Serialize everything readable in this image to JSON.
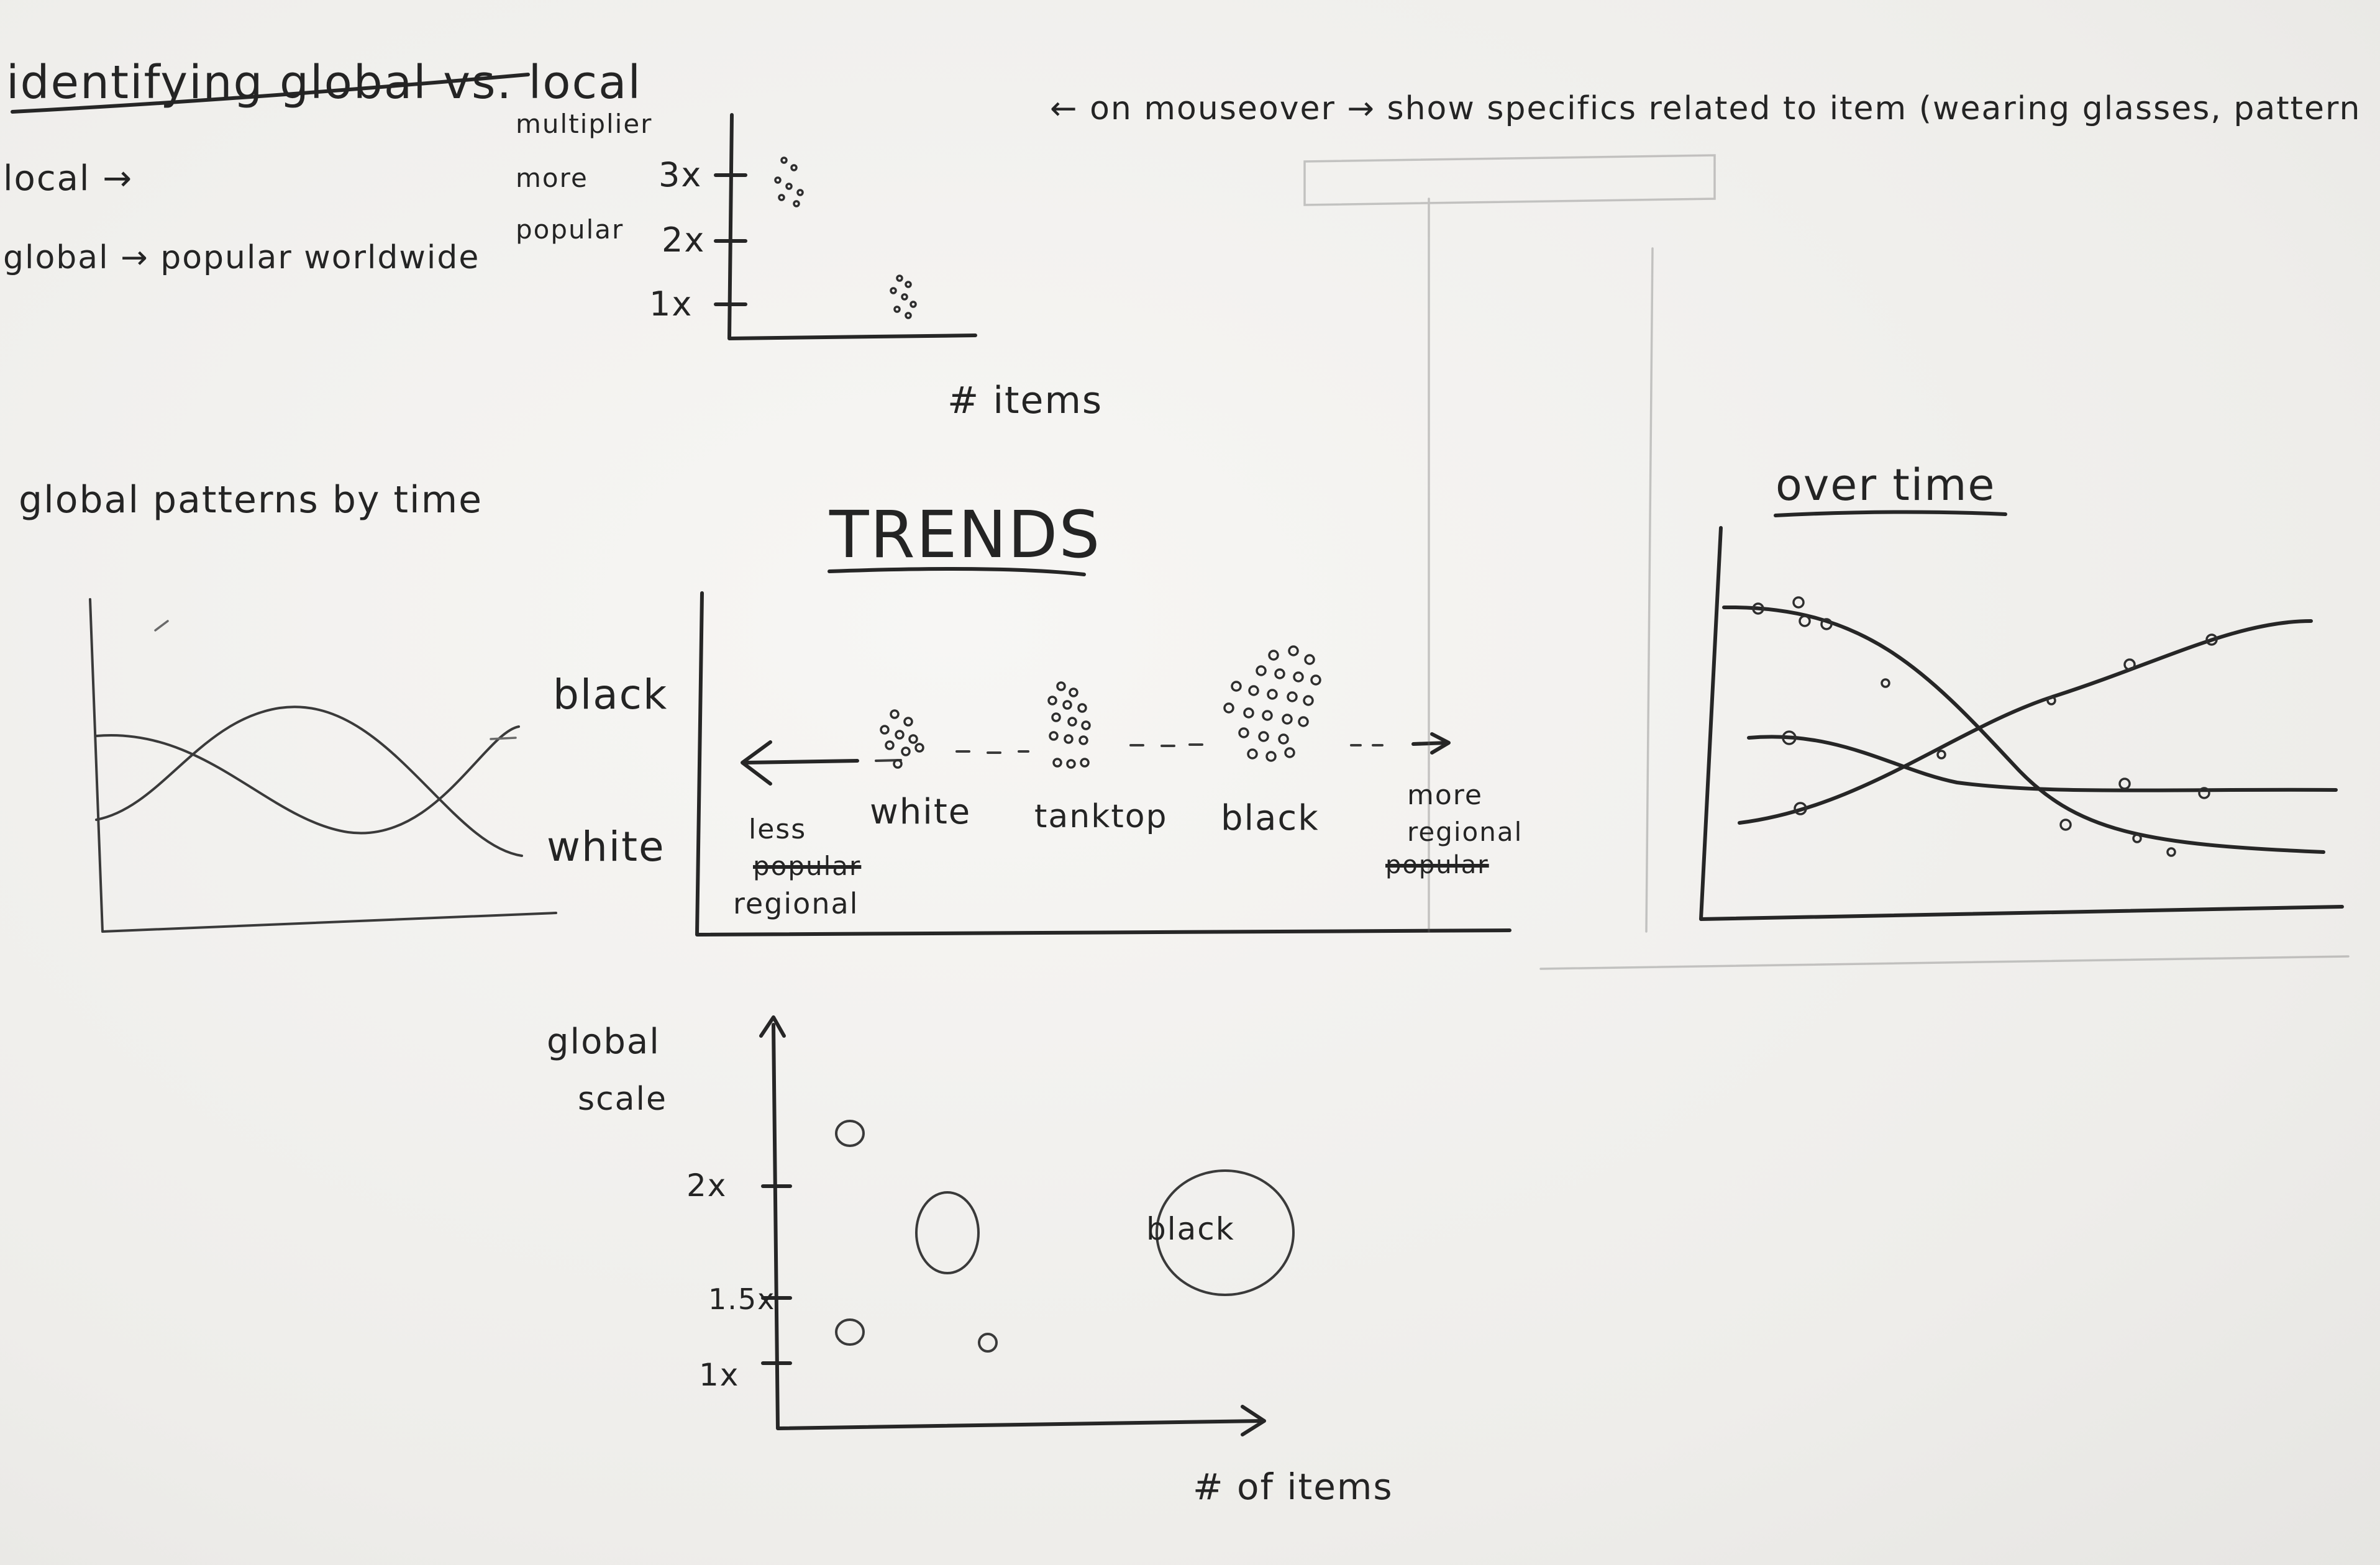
{
  "header": {
    "title": "identifying global vs. local",
    "local": "local →",
    "global": "global → popular worldwide",
    "mouseover_note": "← on mouseover → show specifics related to item (wearing glasses, pattern"
  },
  "multiplier_chart": {
    "label_line1": "multiplier",
    "label_line2": "more",
    "label_line3": "popular",
    "ticks": [
      "3x",
      "2x",
      "1x"
    ],
    "xlabel": "# items"
  },
  "time_chart": {
    "title": "global patterns by time",
    "series": [
      "black",
      "white"
    ]
  },
  "trends": {
    "title": "TRENDS",
    "items": [
      "white",
      "tanktop",
      "black"
    ],
    "left_label_1": "less",
    "left_label_struck": "popular",
    "left_label_2": "regional",
    "right_label_1": "more",
    "right_label_2": "regional",
    "right_label_struck": "popular"
  },
  "over_time": {
    "title": "over time"
  },
  "bubble_chart": {
    "ylabel_line1": "global",
    "ylabel_line2": "scale",
    "ticks": [
      "2x",
      "1.5x",
      "1x"
    ],
    "bubble_label": "black",
    "xlabel": "# of items"
  }
}
